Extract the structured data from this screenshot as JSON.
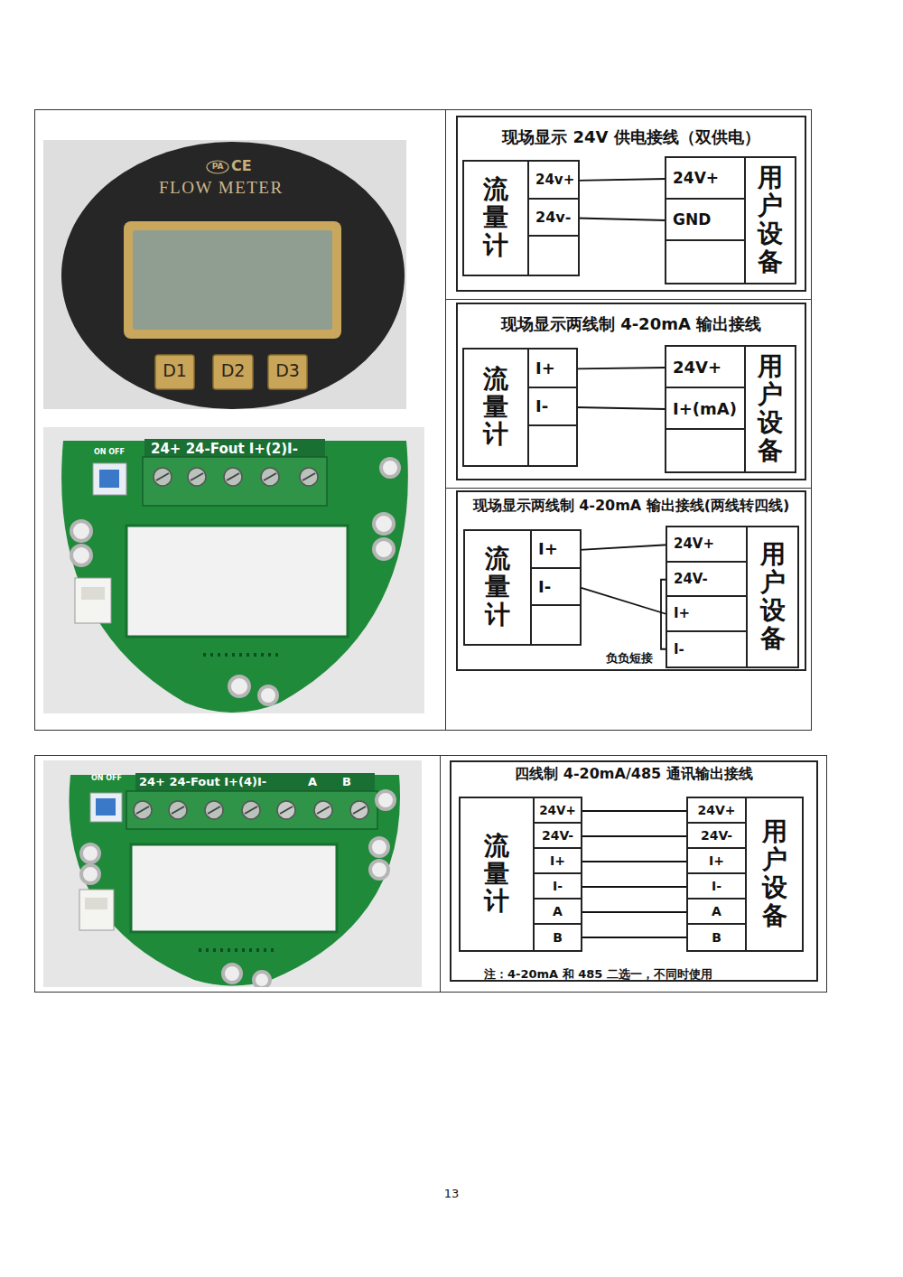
{
  "diagram": {
    "nodes": [
      {
        "text": [
          "现场显示 24V 供电接线（双供电）"
        ]
      },
      {
        "text": [
          "流量计"
        ],
        "in": 0
      },
      {
        "text": [
          "24v+"
        ],
        "in": 1
      },
      {
        "text": [
          "24v-"
        ],
        "in": 1
      },
      {
        "text": [
          "用户设备"
        ],
        "in": 0
      },
      {
        "text": [
          "24V+"
        ],
        "in": 4
      },
      {
        "text": [
          "GND"
        ],
        "in": 4
      },
      {
        "text": [
          "现场显示两线制 4-20mA 输出接线"
        ]
      },
      {
        "text": [
          "流量计"
        ],
        "in": 7
      },
      {
        "text": [
          "I+"
        ],
        "in": 8
      },
      {
        "text": [
          "I-"
        ],
        "in": 8
      },
      {
        "text": [
          "用户设备"
        ],
        "in": 7
      },
      {
        "text": [
          "24V+"
        ],
        "in": 11
      },
      {
        "text": [
          "I+(mA)"
        ],
        "in": 11
      },
      {
        "text": [
          "现场显示两线制 4-20mA 输出接线(两线转四线)"
        ]
      },
      {
        "text": [
          "流量计"
        ],
        "in": 14
      },
      {
        "text": [
          "I+"
        ],
        "in": 15
      },
      {
        "text": [
          "I-"
        ],
        "in": 15
      },
      {
        "text": [
          "用户设备"
        ],
        "in": 14
      },
      {
        "text": [
          "24V+"
        ],
        "in": 18
      },
      {
        "text": [
          "24V-"
        ],
        "in": 18
      },
      {
        "text": [
          "I+"
        ],
        "in": 18
      },
      {
        "text": [
          "I-"
        ],
        "in": 18
      },
      {
        "text": [
          "四线制 4-20mA/485 通讯输出接线",
          "注：4-20mA 和 485 二选一，不同时使用"
        ]
      },
      {
        "text": [
          "流量计"
        ],
        "in": 23
      },
      {
        "text": [
          "24V+"
        ],
        "in": 24
      },
      {
        "text": [
          "24V-"
        ],
        "in": 24
      },
      {
        "text": [
          "I+"
        ],
        "in": 24
      },
      {
        "text": [
          "I-"
        ],
        "in": 24
      },
      {
        "text": [
          "A"
        ],
        "in": 24
      },
      {
        "text": [
          "B"
        ],
        "in": 24
      },
      {
        "text": [
          "用户设备"
        ],
        "in": 23
      },
      {
        "text": [
          "24V+"
        ],
        "in": 31
      },
      {
        "text": [
          "24V-"
        ],
        "in": 31
      },
      {
        "text": [
          "I+"
        ],
        "in": 31
      },
      {
        "text": [
          "I-"
        ],
        "in": 31
      },
      {
        "text": [
          "A"
        ],
        "in": 31
      },
      {
        "text": [
          "B"
        ],
        "in": 31
      }
    ],
    "edges": [
      {
        "from": 2,
        "to": 5,
        "arrow": "none"
      },
      {
        "from": 3,
        "to": 6,
        "arrow": "none"
      },
      {
        "from": 9,
        "to": 12,
        "arrow": "none"
      },
      {
        "from": 10,
        "to": 13,
        "arrow": "none"
      },
      {
        "from": 16,
        "to": 19,
        "arrow": "none"
      },
      {
        "from": 17,
        "to": 21,
        "arrow": "none"
      },
      {
        "from": 20,
        "to": 22,
        "label": "负负短接",
        "arrow": "none"
      },
      {
        "from": 25,
        "to": 32,
        "arrow": "none"
      },
      {
        "from": 26,
        "to": 33,
        "arrow": "none"
      },
      {
        "from": 27,
        "to": 34,
        "arrow": "none"
      },
      {
        "from": 28,
        "to": 35,
        "arrow": "none"
      },
      {
        "from": 29,
        "to": 36,
        "arrow": "none"
      },
      {
        "from": 30,
        "to": 37,
        "arrow": "none"
      }
    ],
    "labels": [
      "PA",
      "CE",
      "FLOW METER",
      "D1",
      "D2",
      "D3",
      "ON OFF",
      "24+ 24-Fout I+(2)I-",
      "ON OFF",
      "24+ 24-Fout I+(4)I-",
      "A",
      "B",
      "13"
    ]
  }
}
